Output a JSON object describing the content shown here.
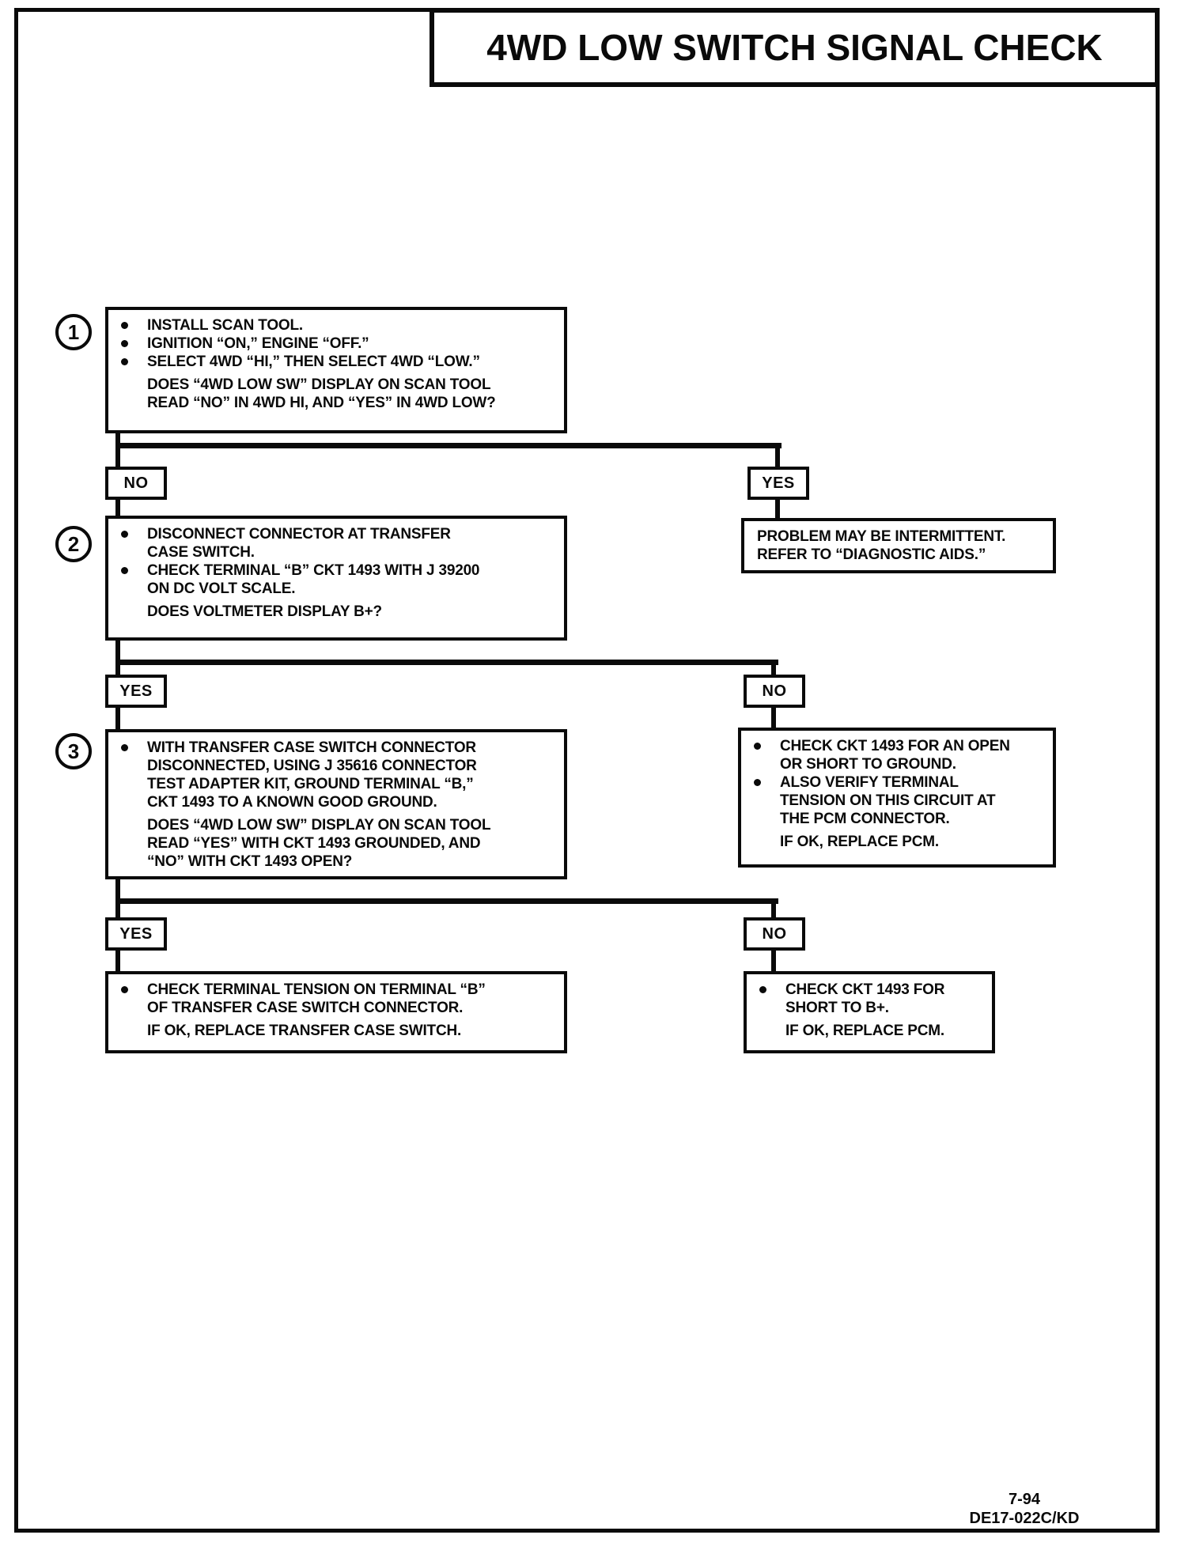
{
  "title": "4WD LOW SWITCH SIGNAL CHECK",
  "labels": {
    "yes": "YES",
    "no": "NO"
  },
  "steps": {
    "s1": "1",
    "s2": "2",
    "s3": "3"
  },
  "boxes": {
    "box1": {
      "items": [
        {
          "bullet": true,
          "lines": [
            "INSTALL SCAN TOOL."
          ]
        },
        {
          "bullet": true,
          "lines": [
            "IGNITION “ON,” ENGINE “OFF.”"
          ]
        },
        {
          "bullet": true,
          "lines": [
            "SELECT 4WD “HI,” THEN SELECT 4WD “LOW.”"
          ]
        },
        {
          "bullet": false,
          "lines": [
            "DOES “4WD LOW SW” DISPLAY ON SCAN TOOL",
            "READ “NO” IN 4WD HI, AND “YES” IN 4WD LOW?"
          ]
        }
      ]
    },
    "box2": {
      "items": [
        {
          "bullet": true,
          "lines": [
            "DISCONNECT CONNECTOR AT TRANSFER",
            "CASE SWITCH."
          ]
        },
        {
          "bullet": true,
          "lines": [
            "CHECK TERMINAL “B” CKT 1493 WITH J 39200",
            "ON DC VOLT SCALE."
          ]
        },
        {
          "bullet": false,
          "lines": [
            "DOES VOLTMETER DISPLAY B+?"
          ]
        }
      ]
    },
    "box3": {
      "items": [
        {
          "bullet": true,
          "lines": [
            "WITH TRANSFER CASE SWITCH CONNECTOR",
            "DISCONNECTED, USING J 35616 CONNECTOR",
            "TEST ADAPTER KIT, GROUND TERMINAL “B,”",
            "CKT 1493 TO A KNOWN GOOD GROUND."
          ]
        },
        {
          "bullet": false,
          "lines": [
            "DOES “4WD LOW SW” DISPLAY ON SCAN TOOL",
            "READ “YES” WITH CKT 1493 GROUNDED, AND",
            "“NO” WITH CKT 1493 OPEN?"
          ]
        }
      ]
    },
    "intermittent": {
      "items": [
        {
          "bullet": false,
          "lines": [
            "PROBLEM MAY BE INTERMITTENT.",
            "REFER TO “DIAGNOSTIC AIDS.”"
          ]
        }
      ]
    },
    "cktOpen": {
      "items": [
        {
          "bullet": true,
          "lines": [
            "CHECK CKT 1493 FOR AN OPEN",
            "OR SHORT TO GROUND."
          ]
        },
        {
          "bullet": true,
          "lines": [
            "ALSO VERIFY TERMINAL",
            "TENSION ON THIS CIRCUIT AT",
            "THE PCM CONNECTOR."
          ]
        },
        {
          "bullet": false,
          "lines": [
            "IF OK, REPLACE PCM."
          ]
        }
      ]
    },
    "terminalTension": {
      "items": [
        {
          "bullet": true,
          "lines": [
            "CHECK TERMINAL TENSION ON TERMINAL “B”",
            "OF TRANSFER CASE SWITCH CONNECTOR."
          ]
        },
        {
          "bullet": false,
          "lines": [
            "IF OK, REPLACE TRANSFER CASE SWITCH."
          ]
        }
      ]
    },
    "shortToB": {
      "items": [
        {
          "bullet": true,
          "lines": [
            "CHECK CKT 1493 FOR",
            "SHORT TO B+."
          ]
        },
        {
          "bullet": false,
          "lines": [
            "IF OK, REPLACE PCM."
          ]
        }
      ]
    }
  },
  "footer": {
    "date": "7-94",
    "doc_code": "DE17-022C/KD"
  },
  "colors": {
    "ink": "#0a0a0a",
    "paper": "#ffffff"
  }
}
